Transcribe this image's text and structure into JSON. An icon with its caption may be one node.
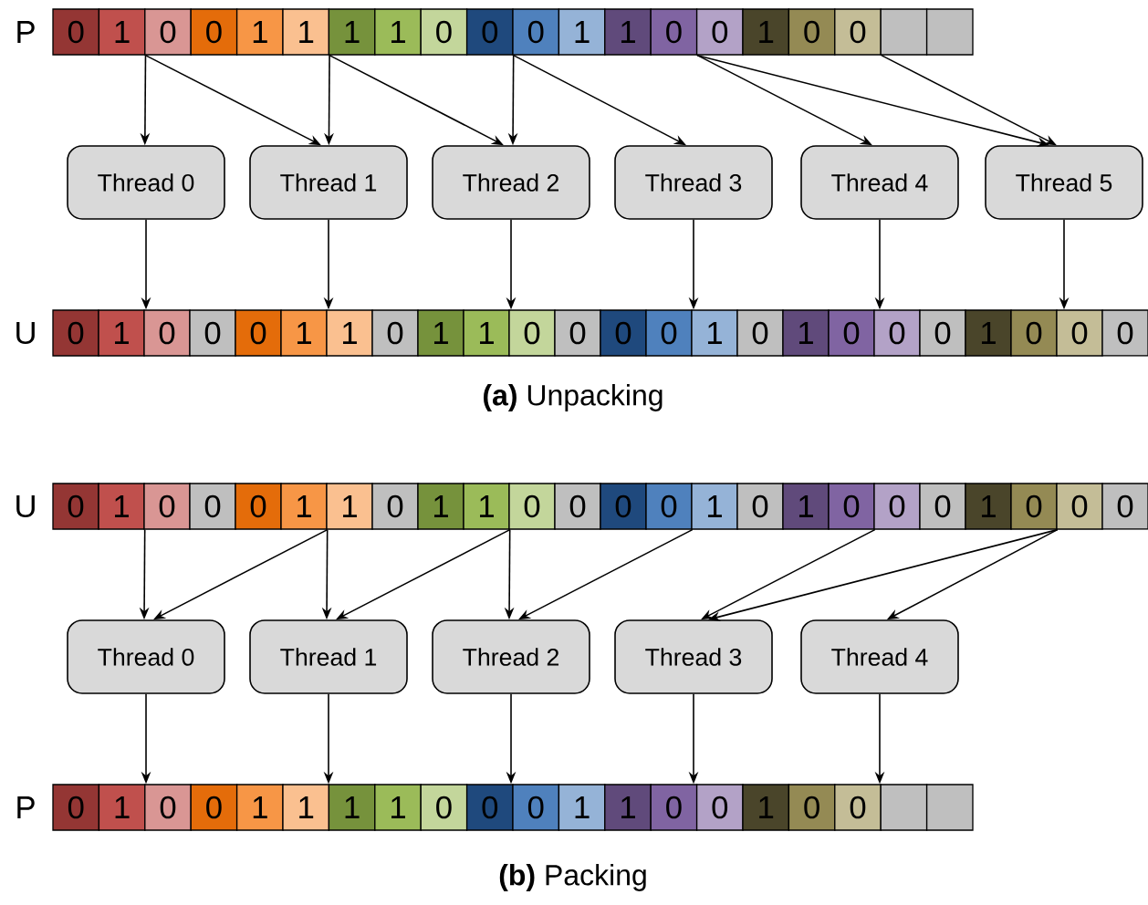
{
  "diagram": {
    "nodes": [
      {
        "text": [
          "0"
        ]
      },
      {
        "text": [
          "1"
        ]
      },
      {
        "text": [
          "0"
        ]
      },
      {
        "text": [
          "0"
        ]
      },
      {
        "text": [
          "1"
        ]
      },
      {
        "text": [
          "1"
        ]
      },
      {
        "text": [
          "1"
        ]
      },
      {
        "text": [
          "1"
        ]
      },
      {
        "text": [
          "0"
        ]
      },
      {
        "text": [
          "0"
        ]
      },
      {
        "text": [
          "0"
        ]
      },
      {
        "text": [
          "1"
        ]
      },
      {
        "text": [
          "1"
        ]
      },
      {
        "text": [
          "0"
        ]
      },
      {
        "text": [
          "0"
        ]
      },
      {
        "text": [
          "1"
        ]
      },
      {
        "text": [
          "0"
        ]
      },
      {
        "text": [
          "0"
        ]
      },
      {
        "text": [],
        "shape": "box"
      },
      {
        "text": [],
        "shape": "box"
      },
      {
        "text": [
          "Thread 0"
        ]
      },
      {
        "text": [
          "Thread 1"
        ]
      },
      {
        "text": [
          "Thread 2"
        ]
      },
      {
        "text": [
          "Thread 3"
        ]
      },
      {
        "text": [
          "Thread 4"
        ]
      },
      {
        "text": [
          "Thread 5"
        ]
      },
      {
        "text": [
          "0"
        ]
      },
      {
        "text": [
          "1"
        ]
      },
      {
        "text": [
          "0"
        ]
      },
      {
        "text": [
          "0"
        ]
      },
      {
        "text": [
          "0"
        ]
      },
      {
        "text": [
          "1"
        ]
      },
      {
        "text": [
          "1"
        ]
      },
      {
        "text": [
          "0"
        ]
      },
      {
        "text": [
          "1"
        ]
      },
      {
        "text": [
          "1"
        ]
      },
      {
        "text": [
          "0"
        ]
      },
      {
        "text": [
          "0"
        ]
      },
      {
        "text": [
          "0"
        ]
      },
      {
        "text": [
          "0"
        ]
      },
      {
        "text": [
          "1"
        ]
      },
      {
        "text": [
          "0"
        ]
      },
      {
        "text": [
          "1"
        ]
      },
      {
        "text": [
          "0"
        ]
      },
      {
        "text": [
          "0"
        ]
      },
      {
        "text": [
          "0"
        ]
      },
      {
        "text": [
          "1"
        ]
      },
      {
        "text": [
          "0"
        ]
      },
      {
        "text": [
          "0"
        ]
      },
      {
        "text": [
          "0"
        ]
      },
      {
        "text": [
          "0"
        ]
      },
      {
        "text": [
          "1"
        ]
      },
      {
        "text": [
          "0"
        ]
      },
      {
        "text": [
          "0"
        ]
      },
      {
        "text": [
          "0"
        ]
      },
      {
        "text": [
          "1"
        ]
      },
      {
        "text": [
          "1"
        ]
      },
      {
        "text": [
          "0"
        ]
      },
      {
        "text": [
          "1"
        ]
      },
      {
        "text": [
          "1"
        ]
      },
      {
        "text": [
          "0"
        ]
      },
      {
        "text": [
          "0"
        ]
      },
      {
        "text": [
          "0"
        ]
      },
      {
        "text": [
          "0"
        ]
      },
      {
        "text": [
          "1"
        ]
      },
      {
        "text": [
          "0"
        ]
      },
      {
        "text": [
          "1"
        ]
      },
      {
        "text": [
          "0"
        ]
      },
      {
        "text": [
          "0"
        ]
      },
      {
        "text": [
          "0"
        ]
      },
      {
        "text": [
          "1"
        ]
      },
      {
        "text": [
          "0"
        ]
      },
      {
        "text": [
          "0"
        ]
      },
      {
        "text": [
          "0"
        ]
      },
      {
        "text": [
          "Thread 0"
        ]
      },
      {
        "text": [
          "Thread 1"
        ]
      },
      {
        "text": [
          "Thread 2"
        ]
      },
      {
        "text": [
          "Thread 3"
        ]
      },
      {
        "text": [
          "Thread 4"
        ]
      },
      {
        "text": [
          "0"
        ]
      },
      {
        "text": [
          "1"
        ]
      },
      {
        "text": [
          "0"
        ]
      },
      {
        "text": [
          "0"
        ]
      },
      {
        "text": [
          "1"
        ]
      },
      {
        "text": [
          "1"
        ]
      },
      {
        "text": [
          "1"
        ]
      },
      {
        "text": [
          "1"
        ]
      },
      {
        "text": [
          "0"
        ]
      },
      {
        "text": [
          "0"
        ]
      },
      {
        "text": [
          "0"
        ]
      },
      {
        "text": [
          "1"
        ]
      },
      {
        "text": [
          "1"
        ]
      },
      {
        "text": [
          "0"
        ]
      },
      {
        "text": [
          "0"
        ]
      },
      {
        "text": [
          "1"
        ]
      },
      {
        "text": [
          "0"
        ]
      },
      {
        "text": [
          "0"
        ]
      },
      {
        "text": [],
        "shape": "box"
      },
      {
        "text": [],
        "shape": "box"
      }
    ],
    "edges": [
      {
        "from": 1,
        "to": 20,
        "arrow": "to"
      },
      {
        "from": 1,
        "to": 21,
        "arrow": "to"
      },
      {
        "from": 5,
        "to": 21,
        "arrow": "to"
      },
      {
        "from": 5,
        "to": 22,
        "arrow": "to"
      },
      {
        "from": 9,
        "to": 22,
        "arrow": "to"
      },
      {
        "from": 9,
        "to": 23,
        "arrow": "to"
      },
      {
        "from": 13,
        "to": 24,
        "arrow": "to"
      },
      {
        "from": 13,
        "to": 25,
        "arrow": "to"
      },
      {
        "from": 17,
        "to": 25,
        "arrow": "to"
      },
      {
        "from": 20,
        "to": 27,
        "arrow": "to"
      },
      {
        "from": 21,
        "to": 31,
        "arrow": "to"
      },
      {
        "from": 22,
        "to": 35,
        "arrow": "to"
      },
      {
        "from": 23,
        "to": 39,
        "arrow": "to"
      },
      {
        "from": 24,
        "to": 43,
        "arrow": "to"
      },
      {
        "from": 25,
        "to": 47,
        "arrow": "to"
      },
      {
        "from": 51,
        "to": 74,
        "arrow": "to"
      },
      {
        "from": 55,
        "to": 74,
        "arrow": "to"
      },
      {
        "from": 55,
        "to": 75,
        "arrow": "to"
      },
      {
        "from": 59,
        "to": 75,
        "arrow": "to"
      },
      {
        "from": 59,
        "to": 76,
        "arrow": "to"
      },
      {
        "from": 63,
        "to": 76,
        "arrow": "to"
      },
      {
        "from": 67,
        "to": 77,
        "arrow": "to"
      },
      {
        "from": 71,
        "to": 77,
        "arrow": "to"
      },
      {
        "from": 71,
        "to": 78,
        "arrow": "to"
      },
      {
        "from": 74,
        "to": 80,
        "arrow": "to"
      },
      {
        "from": 75,
        "to": 84,
        "arrow": "to"
      },
      {
        "from": 76,
        "to": 88,
        "arrow": "to"
      },
      {
        "from": 77,
        "to": 92,
        "arrow": "to"
      },
      {
        "from": 78,
        "to": 96,
        "arrow": "to"
      }
    ],
    "labels": [
      "P",
      "U",
      "**(a)** Unpacking",
      "U",
      "P",
      "**(b)** Packing"
    ]
  }
}
